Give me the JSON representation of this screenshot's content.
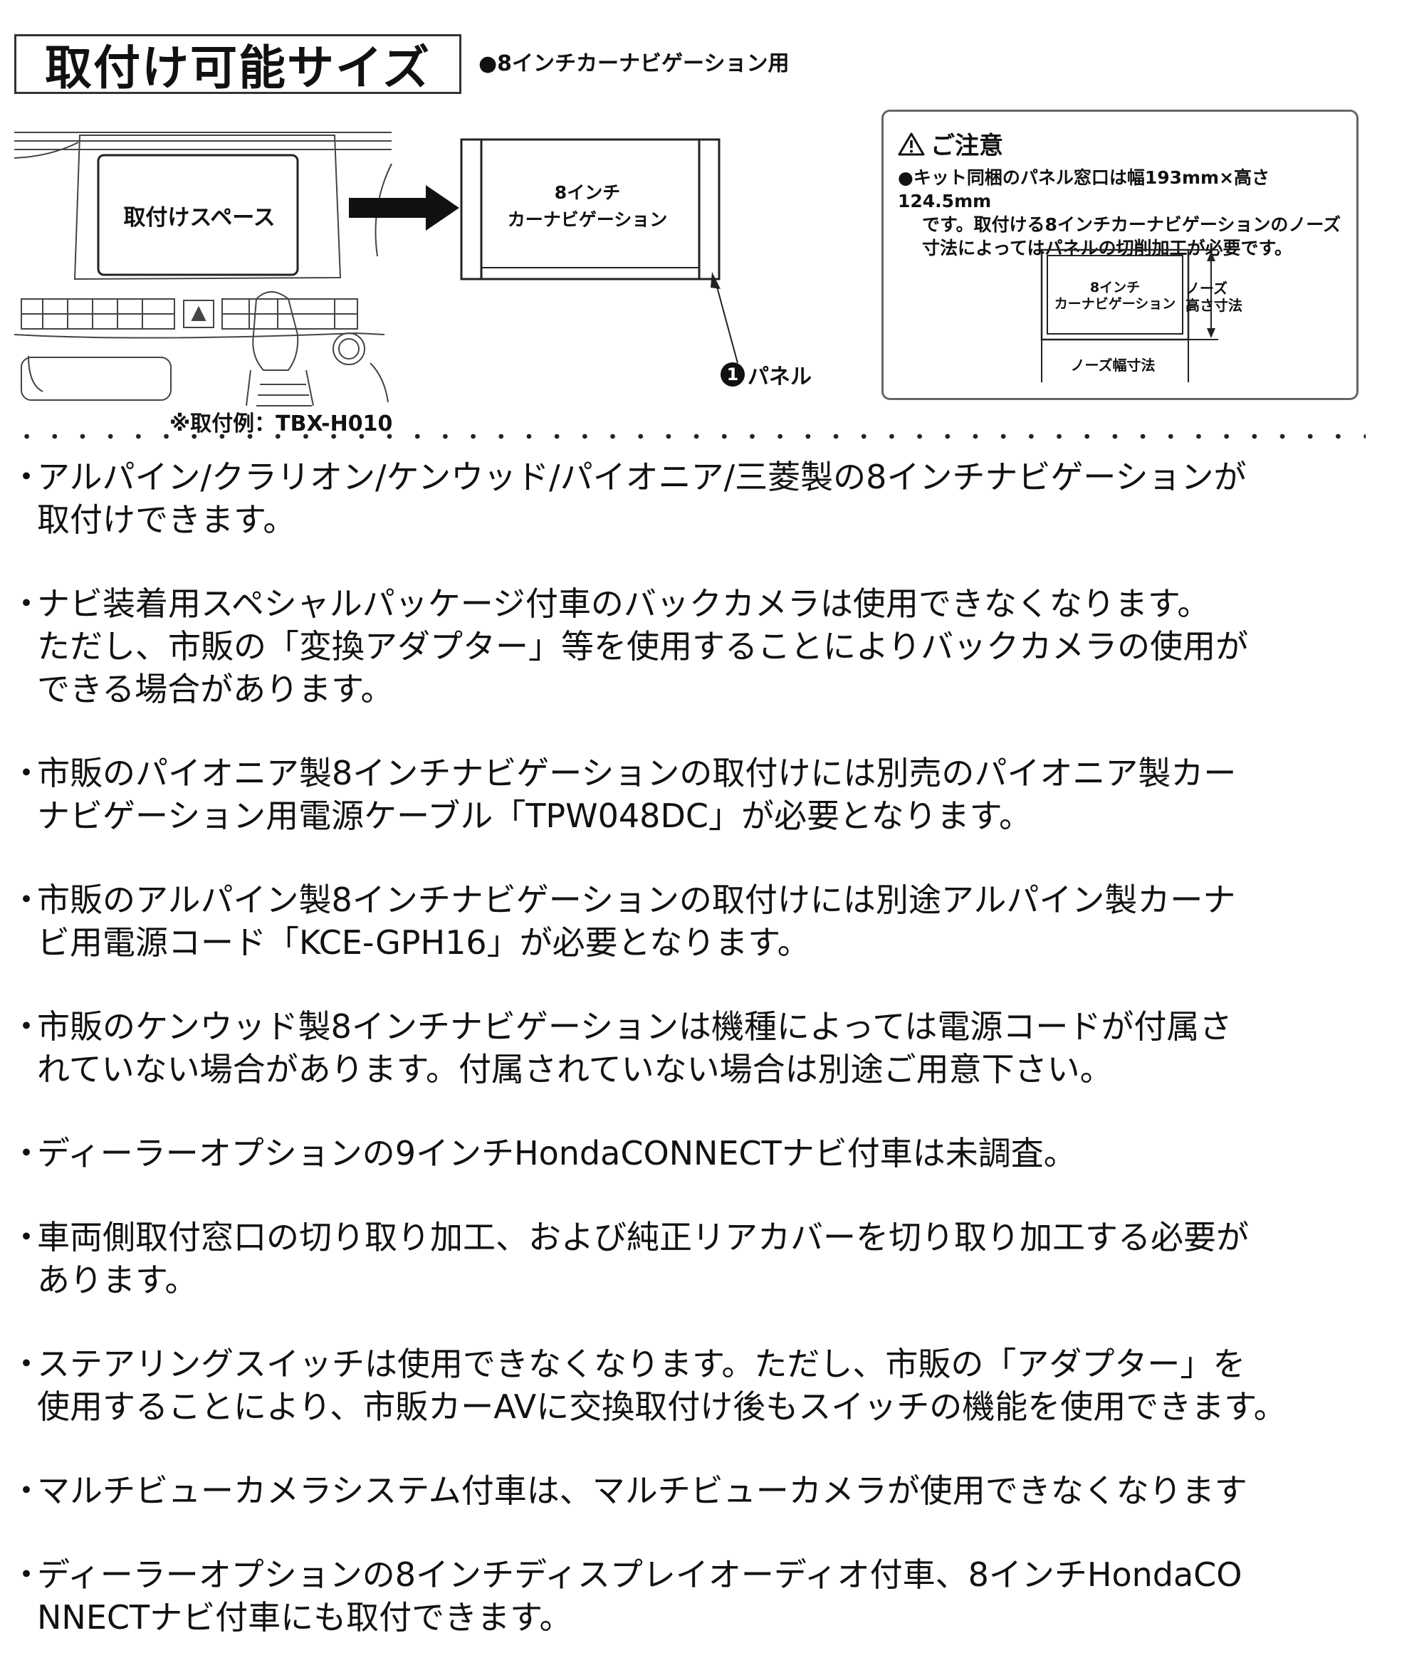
{
  "header": {
    "title": "取付け可能サイズ",
    "subtitle": "●8インチカーナビゲーション用"
  },
  "illustration": {
    "space_label": "取付けスペース",
    "nav_label_line1": "8インチ",
    "nav_label_line2": "カーナビゲーション",
    "panel_number": "❶",
    "panel_label": "パネル",
    "example_label": "※取付例：TBX-H010"
  },
  "caution": {
    "heading": "ご注意",
    "text_line1": "●キット同梱のパネル窓口は幅193mm×高さ124.5mm",
    "text_line2": "です。取付ける8インチカーナビゲーションのノーズ",
    "text_line3": "寸法によってはパネルの切削加工が必要です。",
    "nav_line1": "8インチ",
    "nav_line2": "カーナビゲーション",
    "height_line1": "ノーズ",
    "height_line2": "高さ寸法",
    "width_label": "ノーズ幅寸法"
  },
  "notes": {
    "bullet": "・",
    "items": [
      [
        "アルパイン/クラリオン/ケンウッド/パイオニア/三菱製の8インチナビゲーションが",
        "取付けできます。"
      ],
      [
        "ナビ装着用スペシャルパッケージ付車のバックカメラは使用できなくなります。",
        "ただし、市販の「変換アダプター」等を使用することによりバックカメラの使用が",
        "できる場合があります。"
      ],
      [
        "市販のパイオニア製8インチナビゲーションの取付けには別売のパイオニア製カー",
        "ナビゲーション用電源ケーブル「TPW048DC」が必要となります。"
      ],
      [
        "市販のアルパイン製8インチナビゲーションの取付けには別途アルパイン製カーナ",
        "ビ用電源コード「KCE-GPH16」が必要となります。"
      ],
      [
        "市販のケンウッド製8インチナビゲーションは機種によっては電源コードが付属さ",
        "れていない場合があります。付属されていない場合は別途ご用意下さい。"
      ],
      [
        "ディーラーオプションの9インチHondaCONNECTナビ付車は未調査。"
      ],
      [
        "車両側取付窓口の切り取り加工、および純正リアカバーを切り取り加工する必要が",
        "あります。"
      ],
      [
        "ステアリングスイッチは使用できなくなります。ただし、市販の「アダプター」を",
        "使用することにより、市販カーAVに交換取付け後もスイッチの機能を使用できます。"
      ],
      [
        "マルチビューカメラシステム付車は、マルチビューカメラが使用できなくなります"
      ],
      [
        "ディーラーオプションの8インチディスプレイオーディオ付車、8インチHondaCO",
        "NNECTナビ付車にも取付できます。"
      ]
    ]
  }
}
